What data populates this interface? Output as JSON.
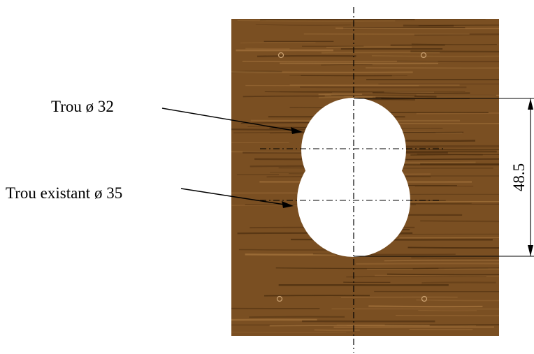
{
  "labels": {
    "hole_small": "Trou ø 32",
    "hole_existing": "Trou existant ø 35"
  },
  "dimension": {
    "value": "48.5"
  },
  "colors": {
    "wood_base": "#7a4f22",
    "wood_dark": "#4a2c0e",
    "wood_light": "#a0703a",
    "hole": "#ffffff",
    "line": "#000000"
  }
}
